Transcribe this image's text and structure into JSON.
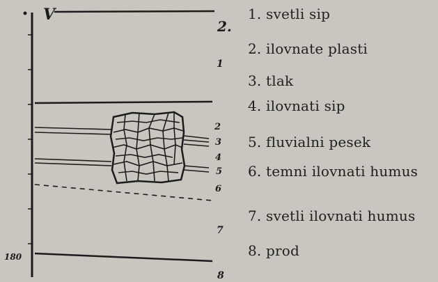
{
  "profile": {
    "top_label": "V",
    "depth_label": "180",
    "layer_marks": [
      "2.",
      "1",
      "2",
      "3",
      "4",
      "5",
      "6",
      "7",
      "8"
    ]
  },
  "legend": [
    "1. svetli sip",
    "2. ilovnate plasti",
    "3. tlak",
    "4. ilovnati sip",
    "5. fluvialni pesek",
    "6. temni ilovnati humus",
    "7. svetli ilovnati humus",
    "8. prod"
  ],
  "colors": {
    "ink": "#1b1b1b",
    "paper": "#c9c6c0"
  }
}
